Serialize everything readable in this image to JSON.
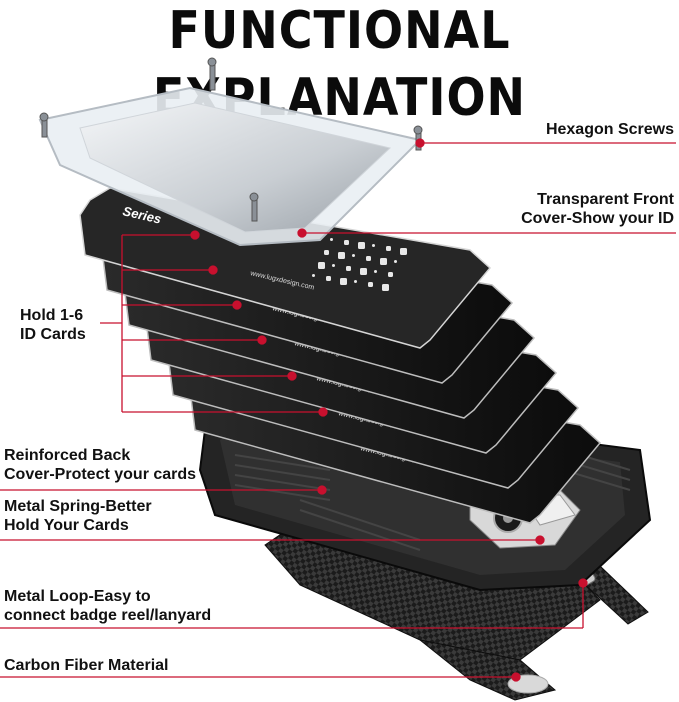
{
  "title": "FUNCTIONAL  EXPLANATION",
  "colors": {
    "accent": "#c8102e",
    "dark": "#1a1a1a",
    "line": "#c8102e"
  },
  "labels": {
    "hexagon_screws": "Hexagon Screws",
    "front_cover": [
      "Transparent Front",
      "Cover-Show your ID"
    ],
    "hold_cards": [
      "Hold 1-6",
      "ID Cards"
    ],
    "back_cover": [
      "Reinforced Back",
      "Cover-Protect your cards"
    ],
    "spring": [
      "Metal Spring-Better",
      "Hold Your Cards"
    ],
    "loop": [
      "Metal Loop-Easy to",
      "connect badge reel/lanyard"
    ],
    "carbon": "Carbon Fiber Material"
  },
  "card": {
    "brand": "Series",
    "url": "www.lugxdesign.com"
  },
  "card_count": 6
}
